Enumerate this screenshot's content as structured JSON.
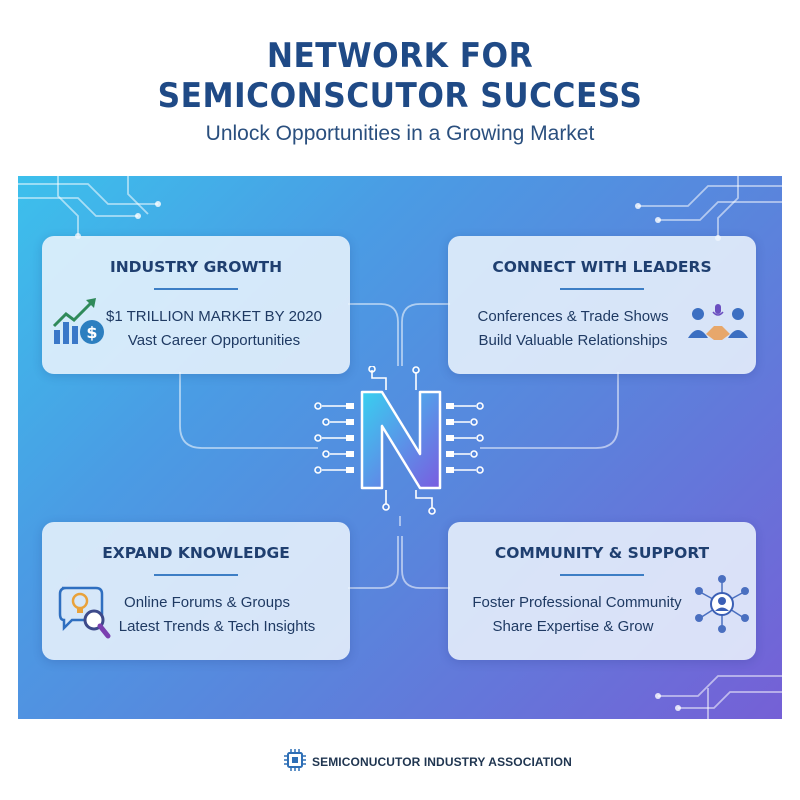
{
  "header": {
    "title_line1": "NETWORK FOR",
    "title_line2": "SEMICONSCUTOR SUCCESS",
    "subtitle": "Unlock Opportunities in a Growing Market"
  },
  "cards": [
    {
      "title": "INDUSTRY GROWTH",
      "lines": [
        "$1 TRILLION MARKET BY 2020",
        "Vast Career Opportunities"
      ],
      "icon": "growth-chart-dollar-icon"
    },
    {
      "title": "CONNECT WITH LEADERS",
      "lines": [
        "Conferences & Trade Shows",
        "Build Valuable Relationships"
      ],
      "icon": "handshake-people-icon"
    },
    {
      "title": "EXPAND KNOWLEDGE",
      "lines": [
        "Online Forums & Groups",
        "Latest Trends & Tech Insights"
      ],
      "icon": "lightbulb-magnifier-icon"
    },
    {
      "title": "COMMUNITY & SUPPORT",
      "lines": [
        "Foster Professional Community",
        "Share Expertise & Grow"
      ],
      "icon": "community-network-icon"
    }
  ],
  "center_logo": {
    "icon": "circuit-n-logo-icon"
  },
  "footer": {
    "organization": "SEMICONUCUTOR INDUSTRY ASSOCIATION",
    "icon": "chip-icon"
  },
  "colors": {
    "title": "#1f4a86",
    "panel_start": "#3cc0ec",
    "panel_end": "#7560d6",
    "card_bg": "#ecf4fd",
    "accent": "#3d7ec5"
  }
}
